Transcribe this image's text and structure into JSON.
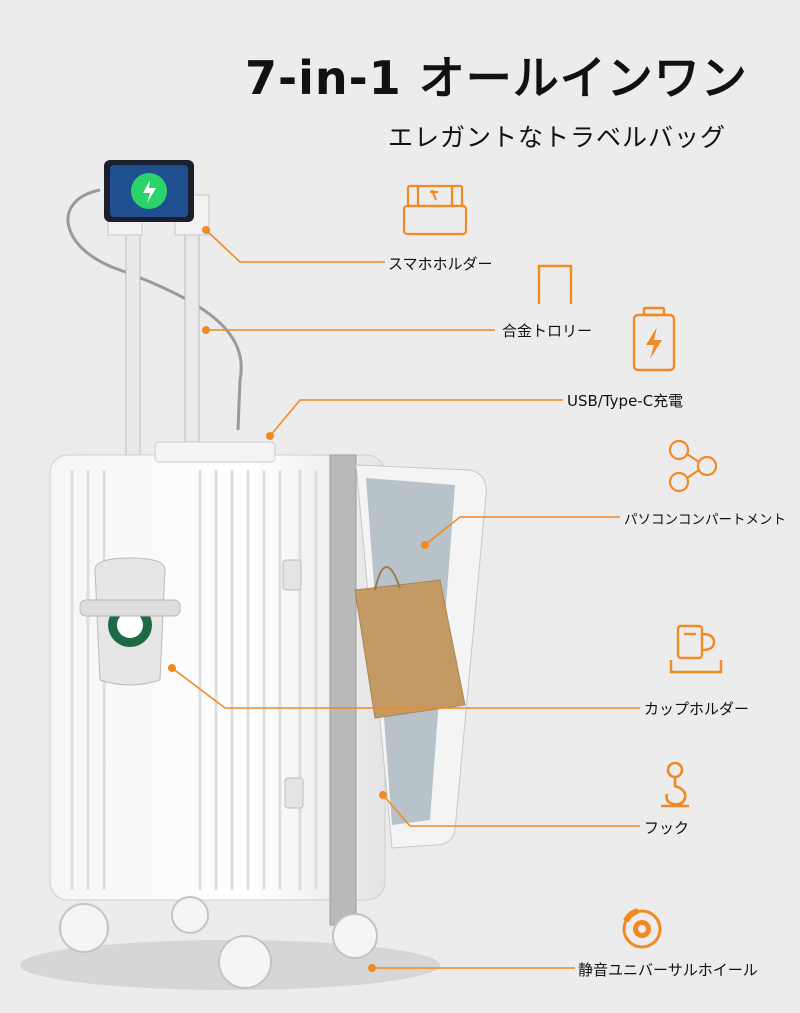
{
  "header": {
    "title": "7-in-1 オールインワン",
    "subtitle": "エレガントなトラベルバッグ"
  },
  "accent_color": "#f08a24",
  "features": [
    {
      "label": "スマホホルダー",
      "icon": "phone-holder-icon"
    },
    {
      "label": "合金トロリー",
      "icon": "trolley-handle-icon"
    },
    {
      "label": "USB/Type-C充電",
      "icon": "battery-charge-icon"
    },
    {
      "label": "パソコンコンパートメント",
      "icon": "network-nodes-icon"
    },
    {
      "label": "カップホルダー",
      "icon": "cup-icon"
    },
    {
      "label": "フック",
      "icon": "hook-icon"
    },
    {
      "label": "静音ユニバーサルホイール",
      "icon": "brake-wheel-icon"
    }
  ]
}
